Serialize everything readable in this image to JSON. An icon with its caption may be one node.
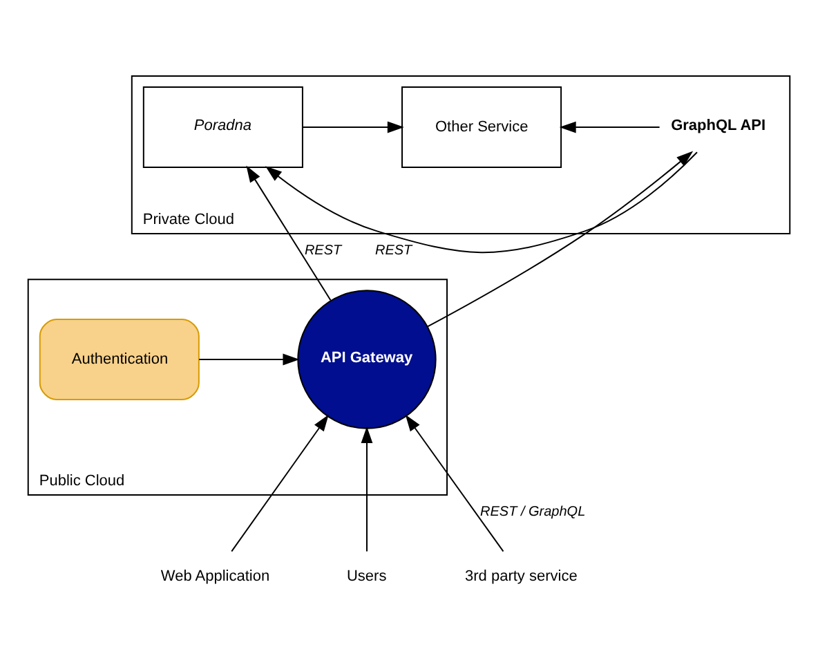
{
  "diagram": {
    "nodes": [
      {
        "text": [
          "Private Cloud"
        ]
      },
      {
        "text": [
          "Other Service"
        ],
        "in": 0
      },
      {
        "text": [
          "Poradna"
        ],
        "in": 0
      },
      {
        "text": [
          "GraphQL API"
        ],
        "in": 0
      },
      {
        "text": [
          "Public Cloud"
        ]
      },
      {
        "text": [
          "Authentication"
        ],
        "in": 4
      },
      {
        "text": [
          "API Gateway"
        ],
        "in": 4
      },
      {
        "text": [
          "Web Application"
        ]
      },
      {
        "text": [
          "Users"
        ]
      },
      {
        "text": [
          "3rd party service"
        ]
      }
    ],
    "edges": [
      {
        "from": 3,
        "to": 1,
        "arrow": "to"
      },
      {
        "from": 2,
        "to": 1,
        "arrow": "to"
      },
      {
        "from": 3,
        "to": 2,
        "arrow": "to",
        "label": "REST"
      },
      {
        "from": 6,
        "to": 2,
        "arrow": "to",
        "label": "REST"
      },
      {
        "from": 6,
        "to": 3,
        "arrow": "to"
      },
      {
        "from": 5,
        "to": 6,
        "arrow": "to"
      },
      {
        "from": 7,
        "to": 6,
        "arrow": "to"
      },
      {
        "from": 8,
        "to": 6,
        "arrow": "to"
      },
      {
        "from": 9,
        "to": 6,
        "arrow": "to",
        "label": "REST / GraphQL"
      }
    ]
  }
}
